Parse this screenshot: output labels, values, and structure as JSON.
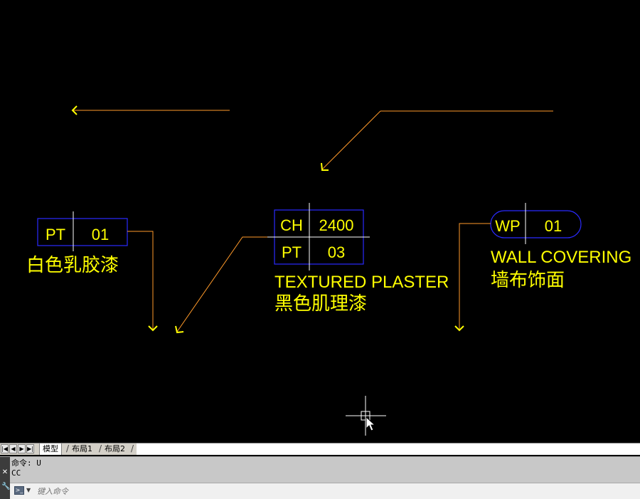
{
  "drawing": {
    "tags": [
      {
        "id": "pt01",
        "cells": [
          "PT",
          "01"
        ],
        "description_lines": [
          "白色乳胶漆"
        ]
      },
      {
        "id": "ch2400",
        "cells": [
          "CH",
          "2400",
          "PT",
          "03"
        ],
        "description_lines": [
          "TEXTURED PLASTER",
          "黑色肌理漆"
        ]
      },
      {
        "id": "wp01",
        "cells": [
          "WP",
          "01"
        ],
        "description_lines": [
          "WALL COVERING",
          "墙布饰面"
        ]
      }
    ],
    "colors": {
      "background": "#000000",
      "text": "#ffff00",
      "tag_border": "#2a2aff",
      "leader": "#ff9a2a",
      "divider": "#ffffff"
    }
  },
  "layout_tabs": {
    "nav_buttons": [
      "first",
      "prev",
      "next",
      "last"
    ],
    "tabs": [
      "模型",
      "布局1",
      "布局2"
    ],
    "active": "模型"
  },
  "command_window": {
    "history": [
      "命令: U",
      "CC"
    ],
    "input_value": "",
    "input_placeholder": "键入命令"
  }
}
